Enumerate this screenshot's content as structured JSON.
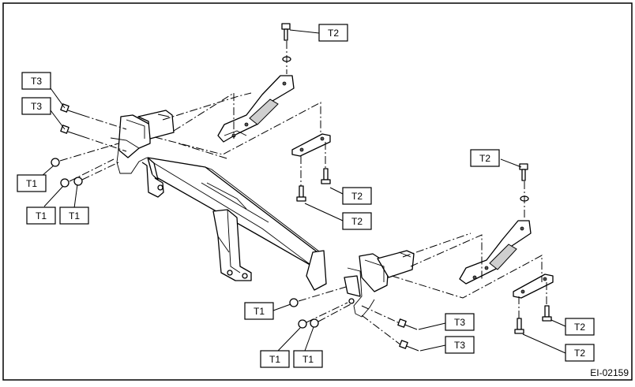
{
  "figure_id": "EI-02159",
  "labels": {
    "t2_top": "T2",
    "t3_a": "T3",
    "t3_b": "T3",
    "t1_left_a": "T1",
    "t1_left_b": "T1",
    "t1_left_c": "T1",
    "t2_mid_a": "T2",
    "t2_mid_b": "T2",
    "t2_right_top": "T2",
    "t2_right_a": "T2",
    "t2_right_b": "T2",
    "t1_bottom_a": "T1",
    "t1_bottom_b": "T1",
    "t1_bottom_c": "T1",
    "t3_bottom_a": "T3",
    "t3_bottom_b": "T3"
  }
}
